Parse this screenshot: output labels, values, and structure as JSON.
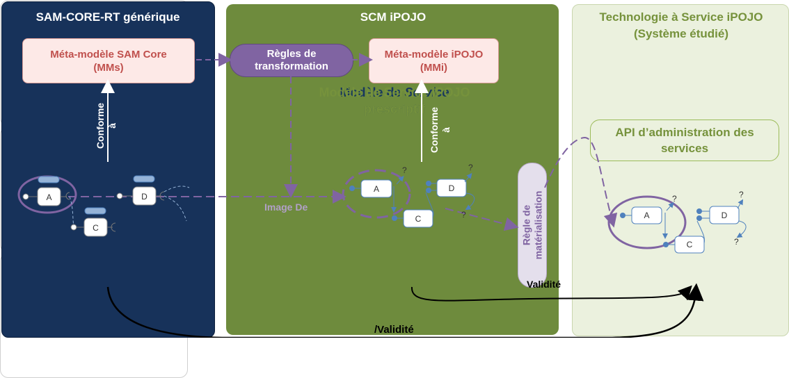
{
  "panels": {
    "left_title": "SAM-CORE-RT générique",
    "mid_title": "SCM iPOJO",
    "right_title_1": "Technologie à Service iPOJO",
    "right_title_2": "(Système étudié)"
  },
  "boxes": {
    "meta_sam_1": "Méta-modèle SAM Core",
    "meta_sam_2": "(MMs)",
    "rules_1": "Règles de",
    "rules_2": "transformation",
    "meta_ipojo_1": "Méta-modèle iPOJO",
    "meta_ipojo_2": "(MMi)",
    "api_1": "API d’administration des",
    "api_2": "services",
    "materialisation_1": "Règle de",
    "materialisation_2": "matérialisation"
  },
  "models": {
    "left_1_pre": "Modèle de ",
    "left_1_em": "Service",
    "left_2": "prescriptif",
    "mid_1": "Modèle de Service iPOJO",
    "mid_2": "prescriptif"
  },
  "labels": {
    "conforme": "Conforme",
    "a_char": "à",
    "image_de": "Image De",
    "validite": "Validité",
    "slash_validite": "/Validité"
  },
  "components": {
    "a": "A",
    "c": "C",
    "d": "D",
    "q": "?"
  },
  "colors": {
    "left_panel": "#17325a",
    "mid_panel": "#6e8b3d",
    "right_panel": "#ebf1de",
    "meta_text": "#c0504d",
    "purple": "#8064a2",
    "blue": "#4f81bd"
  }
}
